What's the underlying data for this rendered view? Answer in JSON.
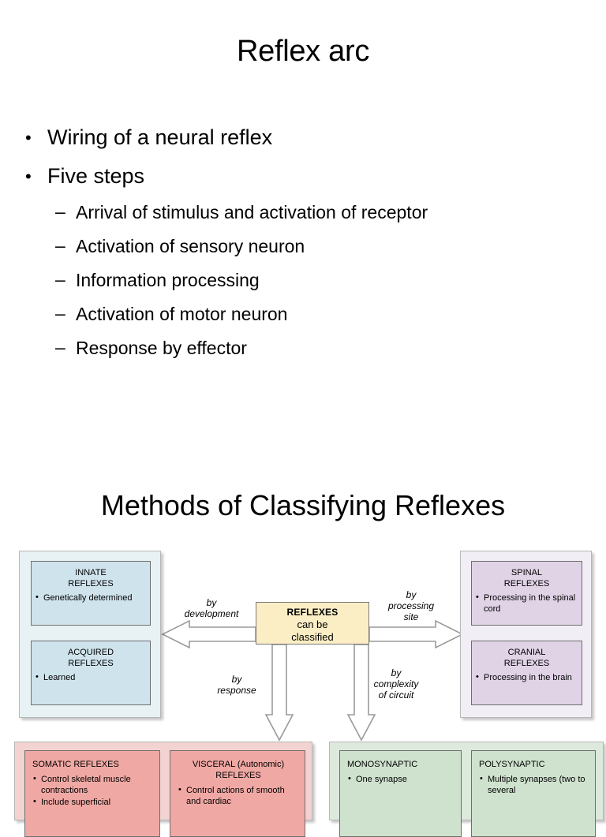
{
  "slide1": {
    "title": "Reflex arc",
    "bullets": [
      {
        "mark": "•",
        "text": "Wiring of a neural reflex",
        "level": 1
      },
      {
        "mark": "•",
        "text": "Five steps",
        "level": 1
      },
      {
        "mark": "–",
        "text": "Arrival of stimulus and activation of receptor",
        "level": 2
      },
      {
        "mark": "–",
        "text": "Activation of sensory neuron",
        "level": 2
      },
      {
        "mark": "–",
        "text": "Information processing",
        "level": 2
      },
      {
        "mark": "–",
        "text": "Activation of motor neuron",
        "level": 2
      },
      {
        "mark": "–",
        "text": "Response by effector",
        "level": 2
      }
    ]
  },
  "slide2": {
    "title": "Methods of Classifying Reflexes",
    "diagram": {
      "center": {
        "bold_line": "REFLEXES",
        "line2": "can be",
        "line3": "classified"
      },
      "arrow_labels": {
        "development": "by\ndevelopment",
        "processing_site": "by\nprocessing\nsite",
        "response": "by\nresponse",
        "complexity": "by\ncomplexity\nof circuit"
      },
      "boxes": {
        "innate": {
          "heading": "INNATE\nREFLEXES",
          "items": [
            "Genetically determined"
          ]
        },
        "acquired": {
          "heading": "ACQUIRED\nREFLEXES",
          "items": [
            "Learned"
          ]
        },
        "spinal": {
          "heading": "SPINAL\nREFLEXES",
          "items": [
            "Processing in the spinal cord"
          ]
        },
        "cranial": {
          "heading": "CRANIAL\nREFLEXES",
          "items": [
            "Processing in the brain"
          ]
        },
        "somatic": {
          "heading": "SOMATIC REFLEXES",
          "items": [
            "Control skeletal muscle contractions",
            "Include superficial"
          ]
        },
        "visceral": {
          "heading": "VISCERAL (Autonomic)\nREFLEXES",
          "items": [
            "Control actions of smooth and cardiac"
          ]
        },
        "monosynaptic": {
          "heading": "MONOSYNAPTIC",
          "items": [
            "One synapse"
          ]
        },
        "polysynaptic": {
          "heading": "POLYSYNAPTIC",
          "items": [
            "Multiple synapses (two to several"
          ]
        }
      }
    },
    "colors": {
      "innate_acquired": "#cfe3ec",
      "spinal_cranial": "#e0d3e6",
      "somatic_visceral": "#f0a8a4",
      "mono_poly": "#cfe2ce",
      "center": "#fbeec4",
      "arrow_stroke": "#9a9a9a"
    }
  }
}
